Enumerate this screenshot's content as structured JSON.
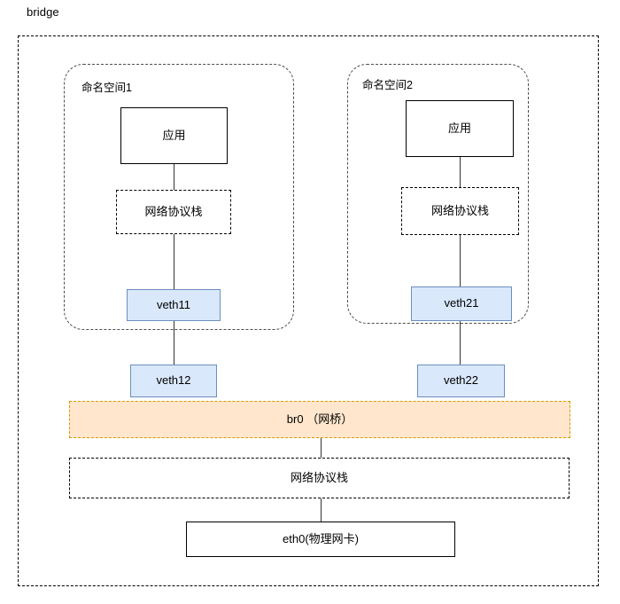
{
  "diagram": {
    "title": "bridge",
    "type": "network-architecture-diagram",
    "colors": {
      "veth_fill": "#dae8fc",
      "veth_stroke": "#6c8ebf",
      "bridge_fill": "#ffe6cc",
      "bridge_stroke": "#d79b00",
      "box_stroke": "#000000",
      "namespace_stroke": "#4d4d4d",
      "background": "#ffffff"
    }
  },
  "outer_container": {
    "name": "host-network-container",
    "style": "dashed"
  },
  "namespaces": [
    {
      "id": "ns1",
      "label": "命名空间1",
      "app": {
        "label": "应用"
      },
      "protocol_stack": {
        "label": "网络协议栈"
      },
      "veth_inner": {
        "label": "veth11"
      },
      "veth_outer": {
        "label": "veth12"
      }
    },
    {
      "id": "ns2",
      "label": "命名空间2",
      "app": {
        "label": "应用"
      },
      "protocol_stack": {
        "label": "网络协议栈"
      },
      "veth_inner": {
        "label": "veth21"
      },
      "veth_outer": {
        "label": "veth22"
      }
    }
  ],
  "host": {
    "bridge": {
      "label": "br0 （网桥）"
    },
    "protocol_stack": {
      "label": "网络协议栈"
    },
    "nic": {
      "label": "eth0(物理网卡)"
    }
  }
}
